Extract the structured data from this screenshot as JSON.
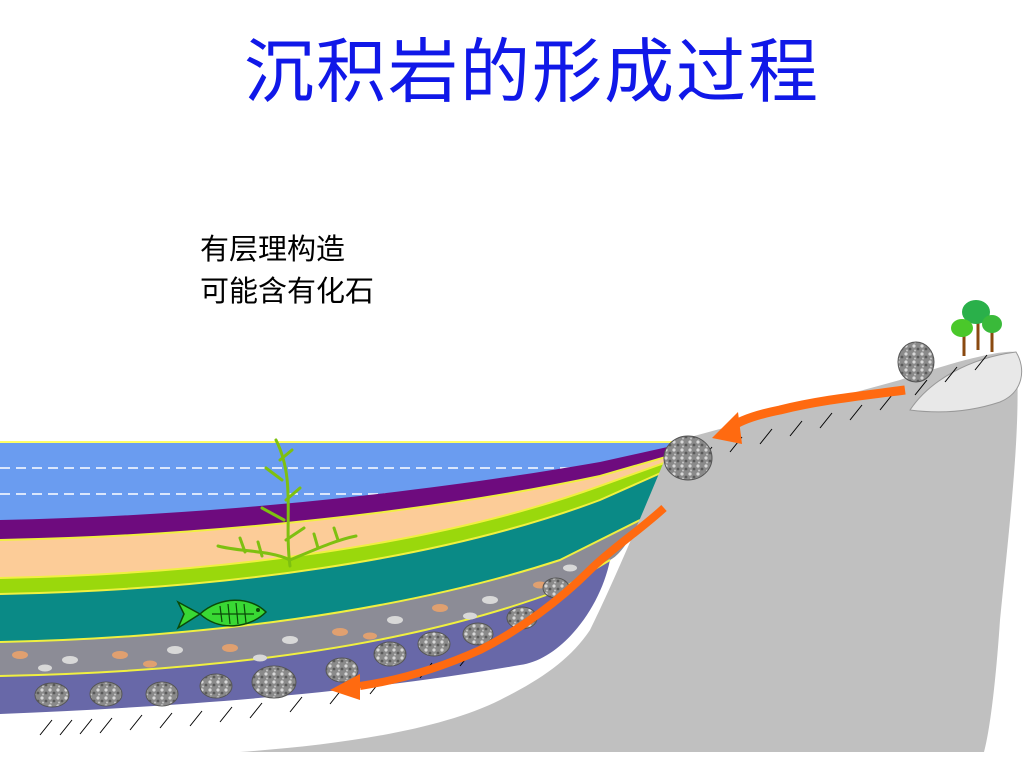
{
  "title": "沉积岩的形成过程",
  "notes": [
    "有层理构造",
    "可能含有化石"
  ],
  "colors": {
    "title": "#1018e8",
    "water": "#6a9cf0",
    "layer_purple": "#6e0b7e",
    "layer_peach": "#fccc98",
    "layer_lime": "#9ad80c",
    "layer_teal": "#0a8a86",
    "layer_gray": "#8c8c96",
    "layer_slate": "#6868a8",
    "land": "#c0c0c0",
    "arrow": "#ff6a10"
  },
  "icons": [
    "fish-fossil-icon",
    "seaweed-icon",
    "tree-icon",
    "boulder-icon",
    "transport-arrow-icon"
  ]
}
